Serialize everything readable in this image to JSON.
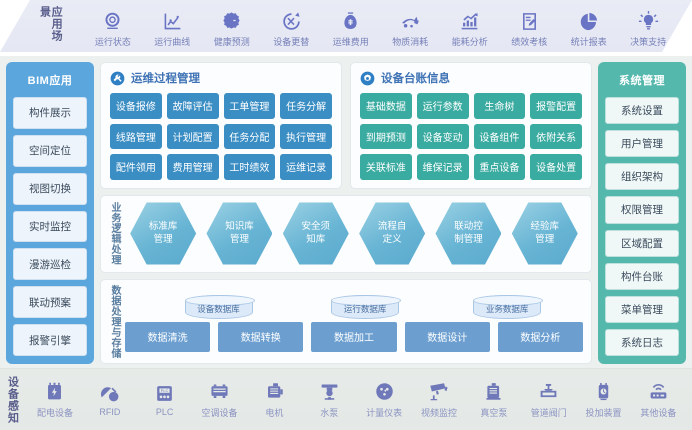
{
  "top_bar": {
    "label": "应用场景",
    "items": [
      {
        "label": "运行状态",
        "icon": "rings-icon"
      },
      {
        "label": "运行曲线",
        "icon": "line-chart-icon"
      },
      {
        "label": "健康预测",
        "icon": "gear-pulse-icon"
      },
      {
        "label": "设备更替",
        "icon": "refresh-cycle-icon"
      },
      {
        "label": "运维费用",
        "icon": "money-bag-icon"
      },
      {
        "label": "物质消耗",
        "icon": "consumption-icon"
      },
      {
        "label": "能耗分析",
        "icon": "bar-chart-arrow-icon"
      },
      {
        "label": "绩效考核",
        "icon": "clipboard-pen-icon"
      },
      {
        "label": "统计报表",
        "icon": "pie-chart-icon"
      },
      {
        "label": "决策支持",
        "icon": "lightbulb-icon"
      }
    ]
  },
  "left_panel": {
    "title": "BIM应用",
    "color": "#5ba6dd",
    "items": [
      {
        "label": "构件展示"
      },
      {
        "label": "空间定位"
      },
      {
        "label": "视图切换"
      },
      {
        "label": "实时监控"
      },
      {
        "label": "漫游巡检"
      },
      {
        "label": "联动预案"
      },
      {
        "label": "报警引擎"
      }
    ]
  },
  "right_panel": {
    "title": "系统管理",
    "color": "#55b8ad",
    "items": [
      {
        "label": "系统设置"
      },
      {
        "label": "用户管理"
      },
      {
        "label": "组织架构"
      },
      {
        "label": "权限管理"
      },
      {
        "label": "区域配置"
      },
      {
        "label": "构件台账"
      },
      {
        "label": "菜单管理"
      },
      {
        "label": "系统日志"
      }
    ]
  },
  "cards": [
    {
      "title": "运维过程管理",
      "icon": "wrench-spanner-icon",
      "accent": "#3b8ec4",
      "buttons": [
        {
          "label": "设备报修"
        },
        {
          "label": "故障评估"
        },
        {
          "label": "工单管理"
        },
        {
          "label": "任务分解"
        },
        {
          "label": "线路管理"
        },
        {
          "label": "计划配置"
        },
        {
          "label": "任务分配"
        },
        {
          "label": "执行管理"
        },
        {
          "label": "配件领用"
        },
        {
          "label": "费用管理"
        },
        {
          "label": "工时绩效"
        },
        {
          "label": "运维记录"
        }
      ]
    },
    {
      "title": "设备台账信息",
      "icon": "gear-settings-icon",
      "accent": "#3aaba0",
      "buttons": [
        {
          "label": "基础数据"
        },
        {
          "label": "运行参数"
        },
        {
          "label": "生命树"
        },
        {
          "label": "报警配置"
        },
        {
          "label": "到期预测"
        },
        {
          "label": "设备变动"
        },
        {
          "label": "设备组件"
        },
        {
          "label": "依附关系"
        },
        {
          "label": "关联标准"
        },
        {
          "label": "维保记录"
        },
        {
          "label": "重点设备"
        },
        {
          "label": "设备处置"
        }
      ]
    }
  ],
  "logic_band": {
    "label": "业务逻辑处理",
    "hexagons": [
      {
        "line1": "标准库",
        "line2": "管理"
      },
      {
        "line1": "知识库",
        "line2": "管理"
      },
      {
        "line1": "安全须",
        "line2": "知库"
      },
      {
        "line1": "流程自",
        "line2": "定义"
      },
      {
        "line1": "联动控",
        "line2": "制管理"
      },
      {
        "line1": "经验库",
        "line2": "管理"
      }
    ]
  },
  "data_band": {
    "label": "数据处理与存储",
    "databases": [
      {
        "label": "设备数据库",
        "left_pct": 18
      },
      {
        "label": "运行数据库",
        "left_pct": 47
      },
      {
        "label": "业务数据库",
        "left_pct": 76
      }
    ],
    "processes": [
      {
        "label": "数据清洗"
      },
      {
        "label": "数据转换"
      },
      {
        "label": "数据加工"
      },
      {
        "label": "数据设计"
      },
      {
        "label": "数据分析"
      }
    ]
  },
  "bottom_bar": {
    "label": "设备感知",
    "items": [
      {
        "label": "配电设备",
        "icon": "power-distribution-icon"
      },
      {
        "label": "RFID",
        "icon": "rfid-tag-icon"
      },
      {
        "label": "PLC",
        "icon": "plc-controller-icon"
      },
      {
        "label": "空调设备",
        "icon": "air-conditioner-icon"
      },
      {
        "label": "电机",
        "icon": "motor-icon"
      },
      {
        "label": "水泵",
        "icon": "water-pump-icon"
      },
      {
        "label": "计量仪表",
        "icon": "gauge-meter-icon"
      },
      {
        "label": "视频监控",
        "icon": "cctv-camera-icon"
      },
      {
        "label": "真空泵",
        "icon": "vacuum-pump-icon"
      },
      {
        "label": "管道阀门",
        "icon": "pipe-valve-icon"
      },
      {
        "label": "投加装置",
        "icon": "dosing-device-icon"
      },
      {
        "label": "其他设备",
        "icon": "router-other-icon"
      }
    ]
  }
}
